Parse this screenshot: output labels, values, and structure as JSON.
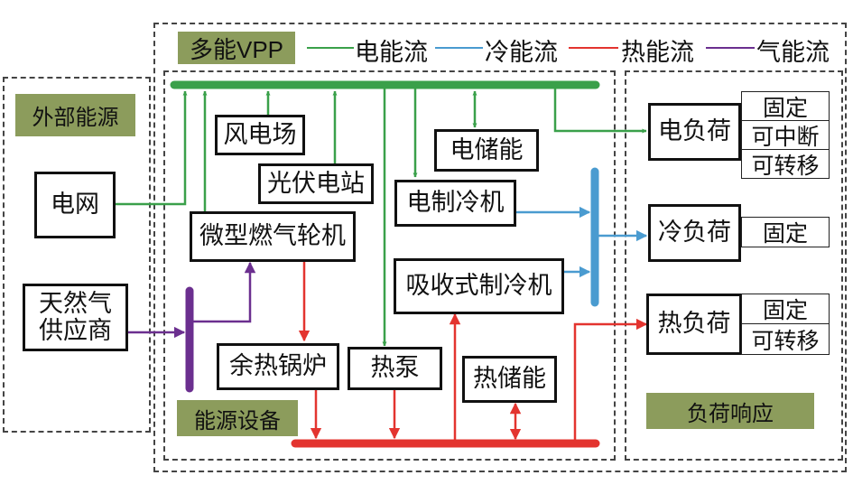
{
  "title": "多能VPP",
  "colors": {
    "electric": "#3aa04a",
    "cooling": "#4a9bd0",
    "heat": "#e3342f",
    "gas": "#6b2f8f",
    "tag_bg": "#8c9c5c"
  },
  "legend": [
    {
      "label": "电能流",
      "color": "#3aa04a"
    },
    {
      "label": "冷能流",
      "color": "#4a9bd0"
    },
    {
      "label": "热能流",
      "color": "#e3342f"
    },
    {
      "label": "气能流",
      "color": "#6b2f8f"
    }
  ],
  "sections": {
    "external": {
      "label": "外部能源",
      "nodes": {
        "grid": "电网",
        "gas_supplier_line1": "天然气",
        "gas_supplier_line2": "供应商"
      }
    },
    "equipment": {
      "label": "能源设备",
      "nodes": {
        "wind_farm": "风电场",
        "pv_station": "光伏电站",
        "electric_storage": "电储能",
        "electric_chiller": "电制冷机",
        "micro_turbine": "微型燃气轮机",
        "absorption_chiller": "吸收式制冷机",
        "waste_heat_boiler": "余热锅炉",
        "heat_pump": "热泵",
        "heat_storage": "热储能"
      }
    },
    "demand_response": {
      "label": "负荷响应",
      "loads": [
        {
          "name": "电负荷",
          "types": [
            "固定",
            "可中断",
            "可转移"
          ]
        },
        {
          "name": "冷负荷",
          "types": [
            "固定"
          ]
        },
        {
          "name": "热负荷",
          "types": [
            "固定",
            "可转移"
          ]
        }
      ]
    }
  }
}
